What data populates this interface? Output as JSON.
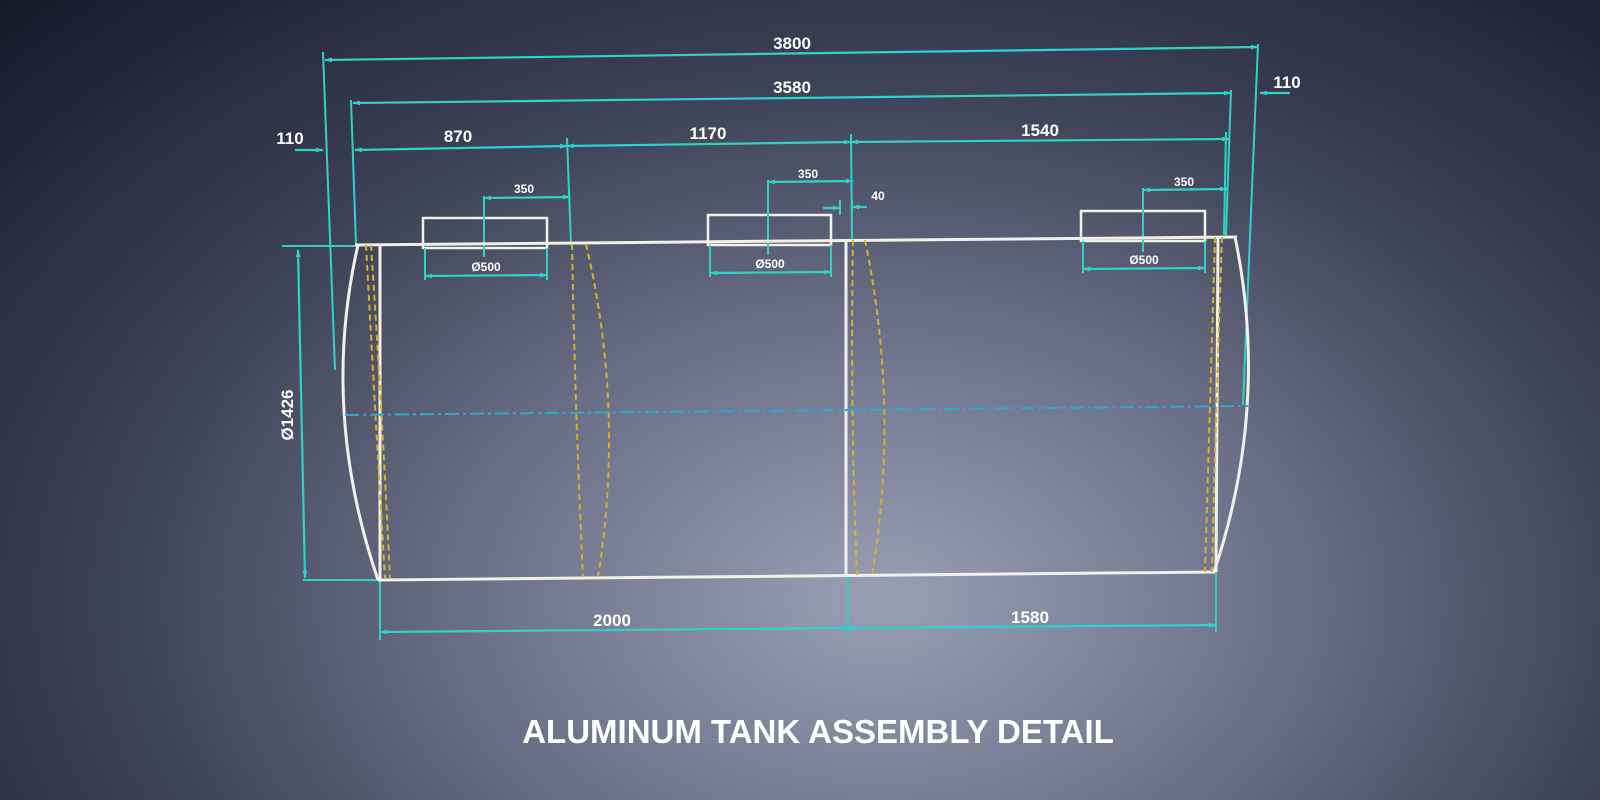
{
  "title": "ALUMINUM TANK ASSEMBLY DETAIL",
  "dimensions": {
    "overall_length": "3800",
    "shell_length": "3580",
    "end_offset_left": "110",
    "end_offset_right": "110",
    "segment_1": "870",
    "segment_2": "1170",
    "segment_3": "1540",
    "hatch_offset_1": "350",
    "hatch_offset_2": "350",
    "hatch_offset_3": "350",
    "hatch_diameter_1": "Ø500",
    "hatch_diameter_2": "Ø500",
    "hatch_diameter_3": "Ø500",
    "gap": "40",
    "tank_diameter": "Ø1426",
    "compartment_left": "2000",
    "compartment_right": "1580"
  },
  "colors": {
    "dimension_lines": "#2fd3c6",
    "tank_outline": "#f3f0e8",
    "baffles": "#d8b02a",
    "centerline": "#2fa7d3"
  }
}
